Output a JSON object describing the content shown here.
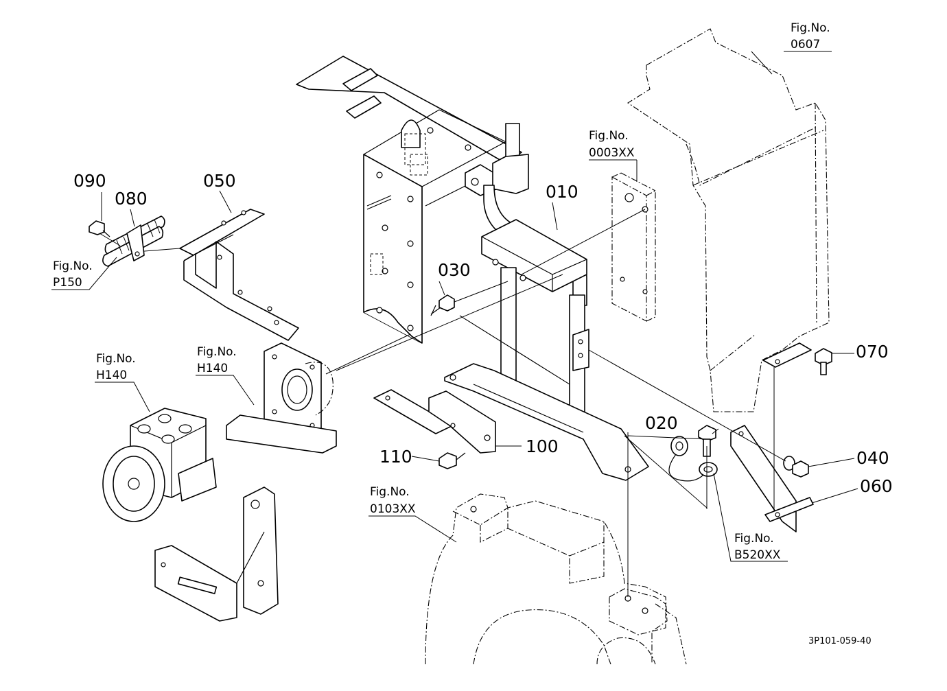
{
  "part_numbers": {
    "p010": "010",
    "p020": "020",
    "p030": "030",
    "p040": "040",
    "p050": "050",
    "p060": "060",
    "p070": "070",
    "p080": "080",
    "p090": "090",
    "p100": "100",
    "p110": "110"
  },
  "figure_refs": {
    "fig_0607": {
      "label": "Fig.No.",
      "number": "0607"
    },
    "fig_0003xx": {
      "label": "Fig.No.",
      "number": "0003XX"
    },
    "fig_p150": {
      "label": "Fig.No.",
      "number": "P150"
    },
    "fig_h140_left": {
      "label": "Fig.No.",
      "number": "H140"
    },
    "fig_h140_mid": {
      "label": "Fig.No.",
      "number": "H140"
    },
    "fig_0103xx": {
      "label": "Fig.No.",
      "number": "0103XX"
    },
    "fig_b520xx": {
      "label": "Fig.No.",
      "number": "B520XX"
    }
  },
  "drawing_code": "3P101-059-40"
}
